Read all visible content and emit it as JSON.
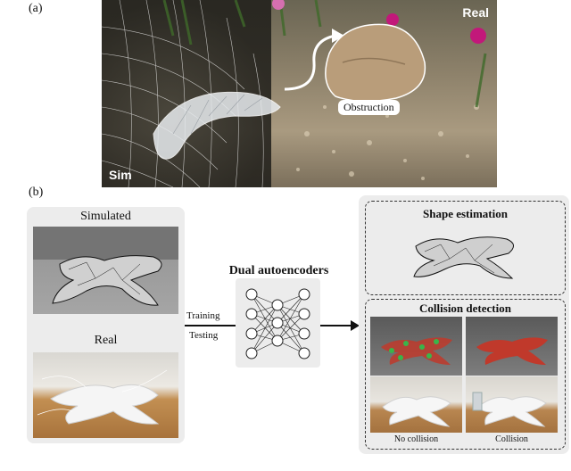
{
  "panel_a": {
    "label": "(a)",
    "real_tag": "Real",
    "sim_tag": "Sim",
    "obstruction_label": "Obstruction"
  },
  "panel_b": {
    "label": "(b)",
    "simulated_label": "Simulated",
    "real_label": "Real",
    "network_title": "Dual autoencoders",
    "training_label": "Training",
    "testing_label": "Testing",
    "shape_estimation_title": "Shape estimation",
    "collision_detection_title": "Collision detection",
    "no_collision_label": "No collision",
    "collision_label": "Collision"
  }
}
